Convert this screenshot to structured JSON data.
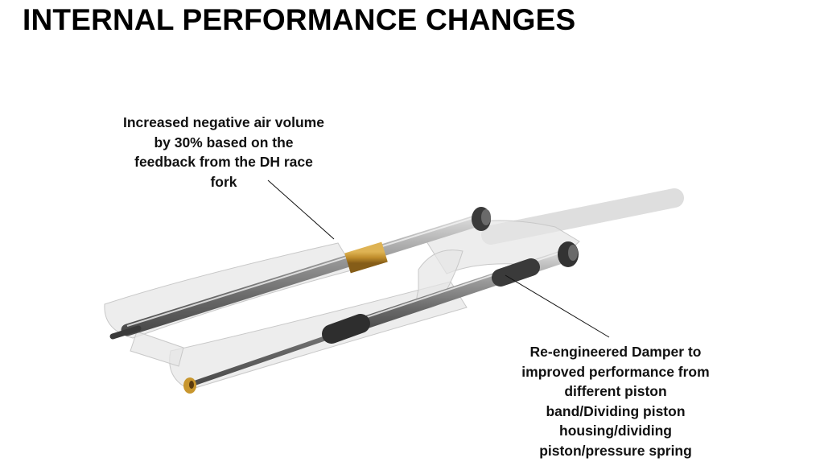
{
  "slide": {
    "title": "INTERNAL PERFORMANCE CHANGES"
  },
  "callouts": {
    "air_volume": {
      "lines": [
        "Increased negative air volume",
        "by 30% based on the",
        "feedback from the DH race",
        "fork"
      ]
    },
    "damper": {
      "lines": [
        "Re-engineered Damper to",
        "improved performance from",
        "different piston",
        "band/Dividing piston",
        "housing/dividing",
        "piston/pressure spring"
      ]
    }
  },
  "colors": {
    "title_text": "#000000",
    "callout_text": "#111111",
    "spellcheck_underline": "#d33333",
    "translucent_casting": "#e4e4e4",
    "stanchion_metal": "#8a8a8a",
    "seal_dark": "#2e2e2e",
    "air_spring_gold": "#c8962e"
  }
}
